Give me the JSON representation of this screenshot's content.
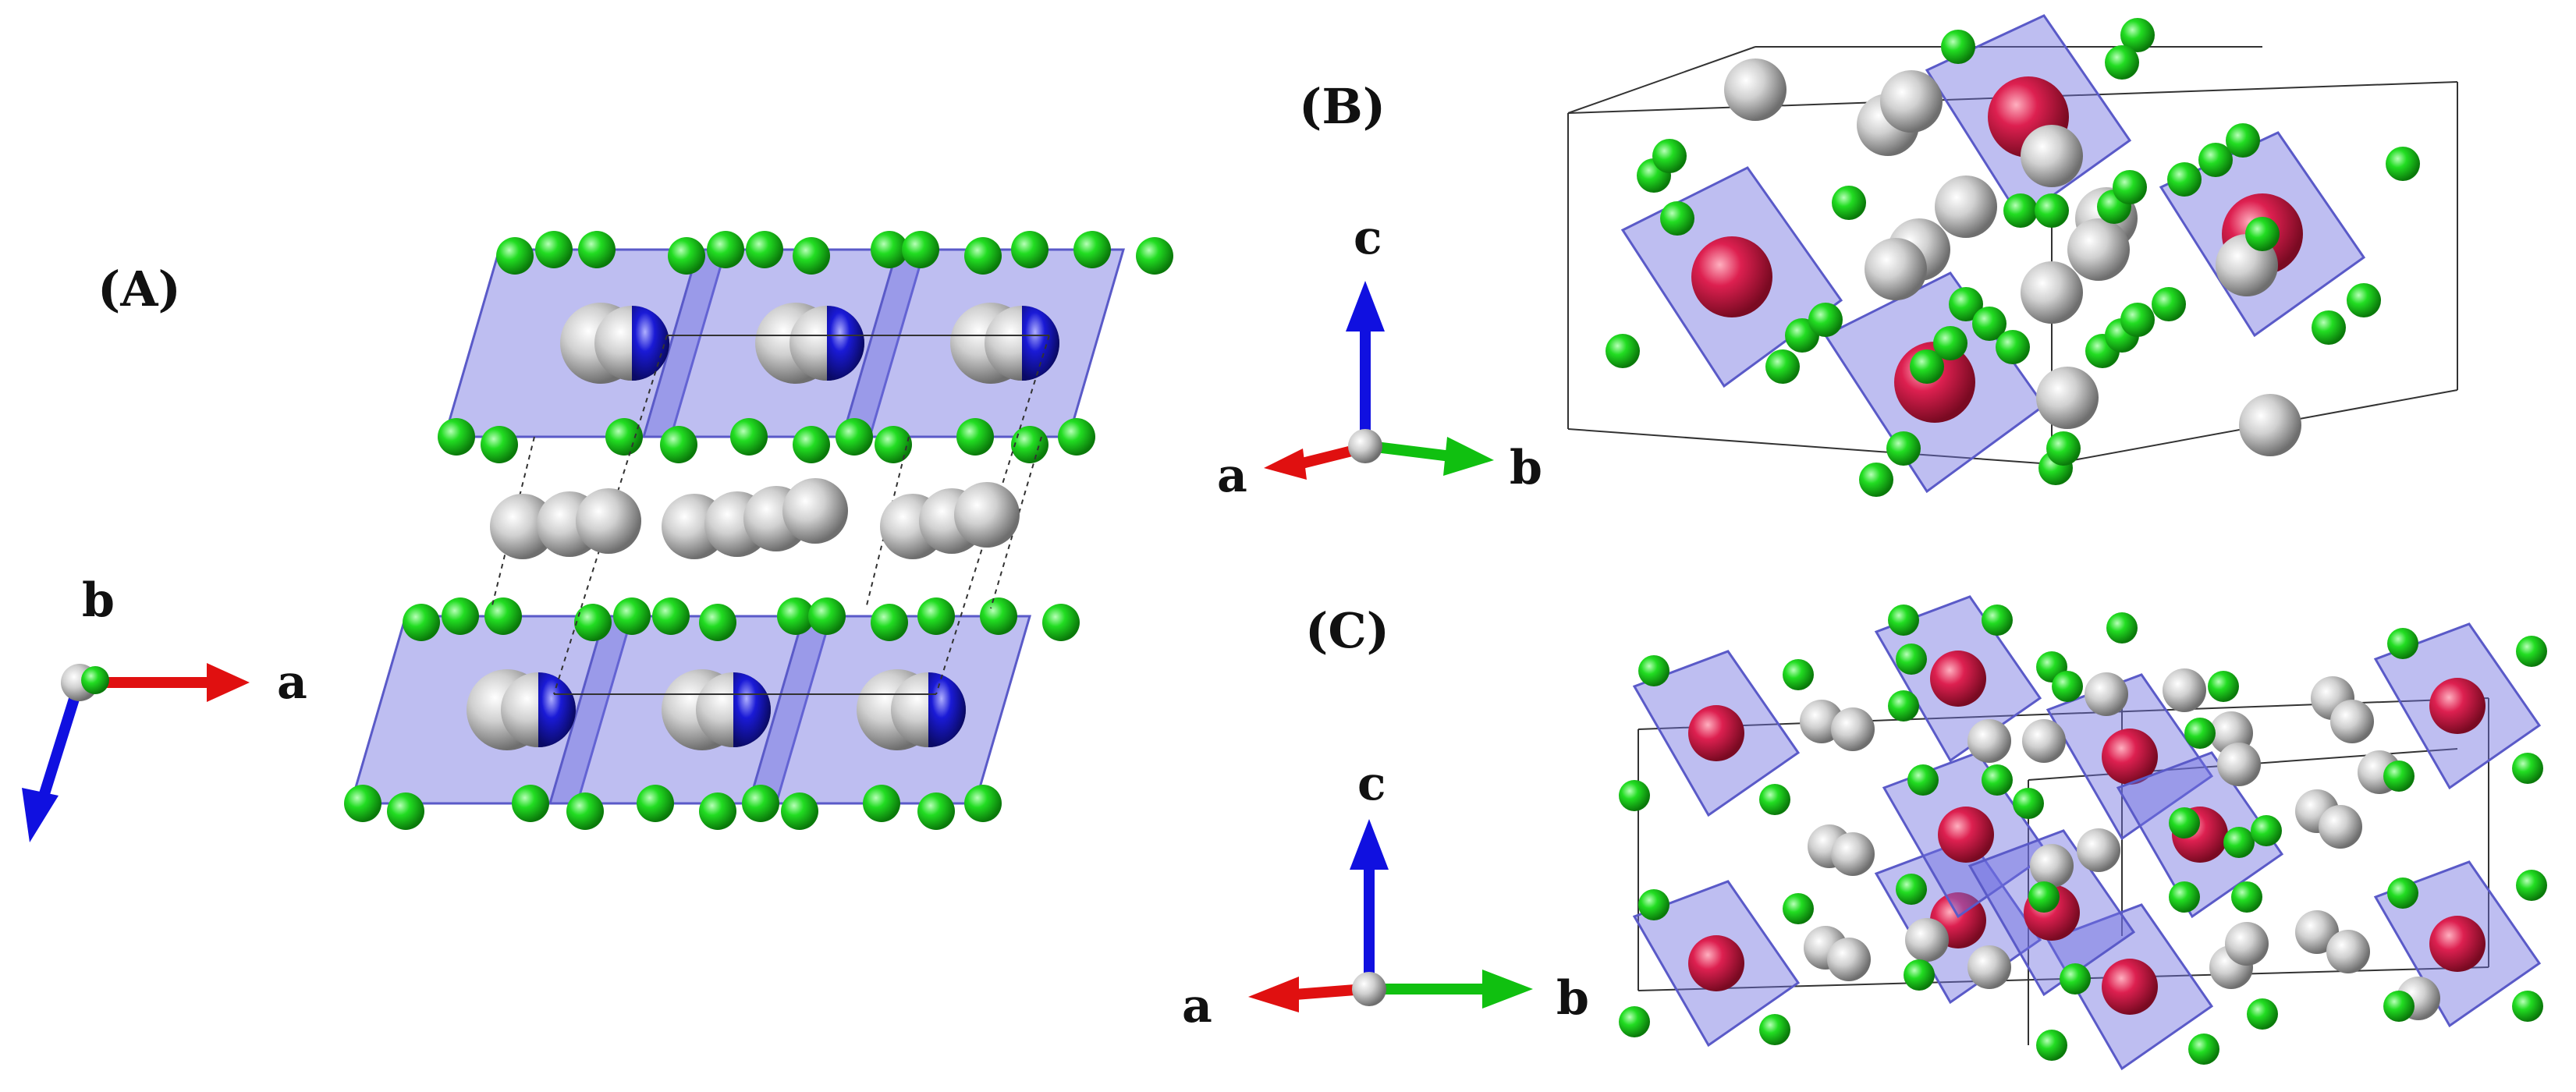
{
  "panels": [
    {
      "id": "A",
      "label": "(A)"
    },
    {
      "id": "B",
      "label": "(B)"
    },
    {
      "id": "C",
      "label": "(C)"
    }
  ],
  "axes": {
    "A": {
      "horizontal": "a",
      "vertical": "b"
    },
    "B": {
      "vertical": "c",
      "left": "a",
      "right": "b"
    },
    "C": {
      "vertical": "c",
      "left": "a",
      "right": "b"
    }
  },
  "colors": {
    "polyhedron_fill": "#6f6fe0",
    "polyhedron_edge": "#5a5ac8",
    "anion_green": "#1fd11f",
    "cation_white": "#c8c8c8",
    "center_blue": "#1a1ad6",
    "center_red": "#d21f4a",
    "axis_a": "#e01010",
    "axis_b": "#10c010",
    "axis_c": "#1010e0"
  },
  "icons": [
    "atom-sphere",
    "polyhedron",
    "axis-arrow"
  ]
}
